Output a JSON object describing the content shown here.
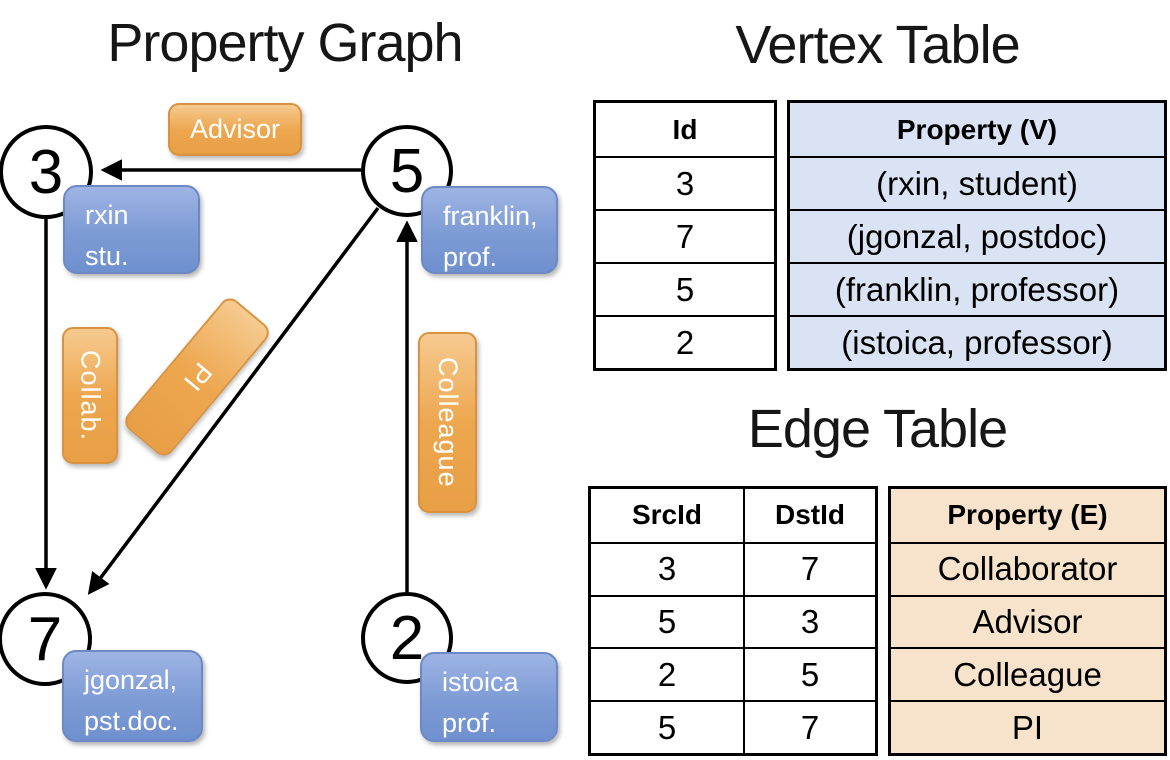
{
  "graph": {
    "title": "Property Graph",
    "nodes": {
      "v3": {
        "id": "3",
        "line1": "rxin",
        "line2": "stu."
      },
      "v5": {
        "id": "5",
        "line1": "franklin,",
        "line2": "prof."
      },
      "v7": {
        "id": "7",
        "line1": "jgonzal,",
        "line2": "pst.doc."
      },
      "v2": {
        "id": "2",
        "line1": "istoica",
        "line2": "prof."
      }
    },
    "edges": {
      "advisor": "Advisor",
      "collab": "Collab.",
      "pi": "PI",
      "colleague": "Colleague"
    }
  },
  "vertex_table": {
    "title": "Vertex Table",
    "columns": [
      "Id",
      "Property (V)"
    ],
    "rows": [
      [
        "3",
        "(rxin, student)"
      ],
      [
        "7",
        "(jgonzal, postdoc)"
      ],
      [
        "5",
        "(franklin, professor)"
      ],
      [
        "2",
        "(istoica, professor)"
      ]
    ]
  },
  "edge_table": {
    "title": "Edge Table",
    "columns": [
      "SrcId",
      "DstId",
      "Property (E)"
    ],
    "rows": [
      [
        "3",
        "7",
        "Collaborator"
      ],
      [
        "5",
        "3",
        "Advisor"
      ],
      [
        "2",
        "5",
        "Colleague"
      ],
      [
        "5",
        "7",
        "PI"
      ]
    ]
  },
  "colors": {
    "vertex_box_blue": "#7d9bd5",
    "edge_box_orange": "#eda74f",
    "vertex_table_fill": "#DAE3F3",
    "edge_table_fill": "#F7E3CB",
    "line_black": "#000000"
  }
}
